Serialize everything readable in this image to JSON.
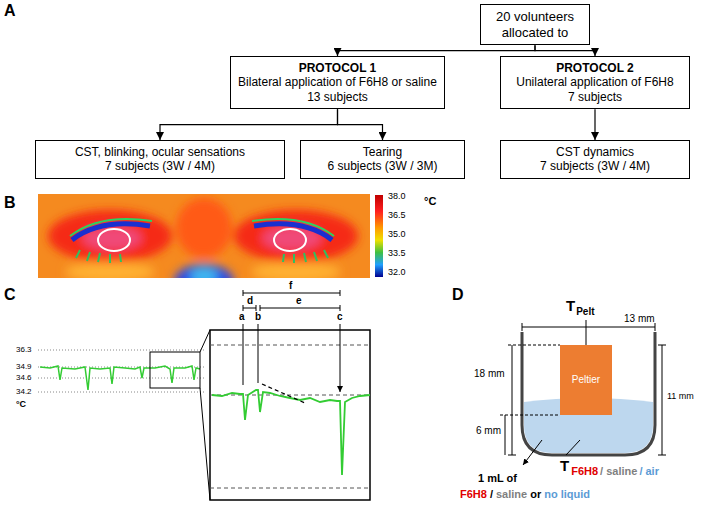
{
  "diagram": {
    "nodes": [
      {
        "text": [
          "20 volunteers allocated to"
        ]
      },
      {
        "text": [
          "PROTOCOL 1",
          "Bilateral application of F6H8 or saline",
          "13 subjects"
        ]
      },
      {
        "text": [
          "PROTOCOL 2",
          "Unilateral application of F6H8",
          "7 subjects"
        ]
      },
      {
        "text": [
          "CST, blinking, ocular sensations",
          "7 subjects (3W / 4M)"
        ]
      },
      {
        "text": [
          "Tearing",
          "6 subjects (3W / 3M)"
        ]
      },
      {
        "text": [
          "CST dynamics",
          "7 subjects (3W / 4M)"
        ]
      },
      {
        "text": [
          "Peltier"
        ]
      }
    ],
    "edges": [
      {
        "from": 0,
        "to": 1,
        "arrow": "to"
      },
      {
        "from": 0,
        "to": 2,
        "arrow": "to"
      },
      {
        "from": 1,
        "to": 3,
        "arrow": "to"
      },
      {
        "from": 1,
        "to": 4,
        "arrow": "to"
      },
      {
        "from": 2,
        "to": 5,
        "arrow": "to"
      }
    ],
    "labels": [
      "A",
      "B",
      "38.0",
      "36.5",
      "35.0",
      "33.5",
      "32.0",
      "°C",
      "C",
      "36.3",
      "34.9",
      "34.6",
      "34.2",
      "°C",
      "f",
      "d",
      "e",
      "a",
      "b",
      "c",
      "D",
      "T",
      "Pelt",
      "13 mm",
      "18 mm",
      "6 mm",
      "11 mm",
      "T",
      "F6H8",
      "/ saline",
      "/ air",
      "1 mL of",
      "F6H8",
      "/",
      "saline",
      "or",
      "no liquid"
    ]
  }
}
